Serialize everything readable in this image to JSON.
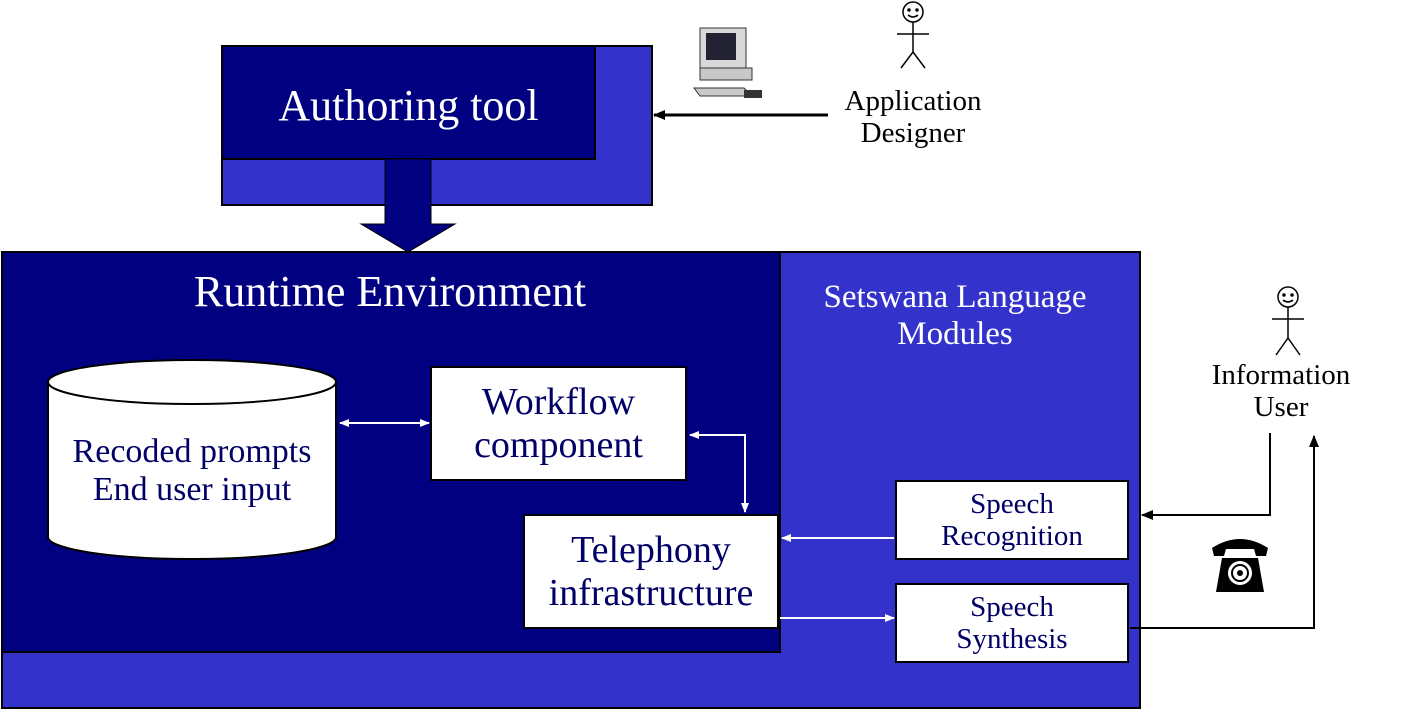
{
  "colors": {
    "dark_blue": "#000080",
    "mid_blue": "#3333cc",
    "white_box": "#ffffff",
    "box_text": "#000066",
    "arrow_white": "#ffffff",
    "line_black": "#000000"
  },
  "authoring_tool": {
    "label": "Authoring tool"
  },
  "runtime": {
    "title": "Runtime Environment",
    "database": {
      "line1": "Recoded prompts",
      "line2": "End user input"
    },
    "workflow": {
      "line1": "Workflow",
      "line2": "component"
    },
    "telephony": {
      "line1": "Telephony",
      "line2": "infrastructure"
    }
  },
  "language_modules": {
    "title_line1": "Setswana Language",
    "title_line2": "Modules",
    "speech_recognition": {
      "line1": "Speech",
      "line2": "Recognition"
    },
    "speech_synthesis": {
      "line1": "Speech",
      "line2": "Synthesis"
    }
  },
  "actors": {
    "designer": {
      "line1": "Application",
      "line2": "Designer",
      "icon": "stick-figure-icon",
      "device_icon": "computer-icon"
    },
    "user": {
      "line1": "Information",
      "line2": "User",
      "icon": "stick-figure-icon",
      "device_icon": "telephone-icon"
    }
  }
}
